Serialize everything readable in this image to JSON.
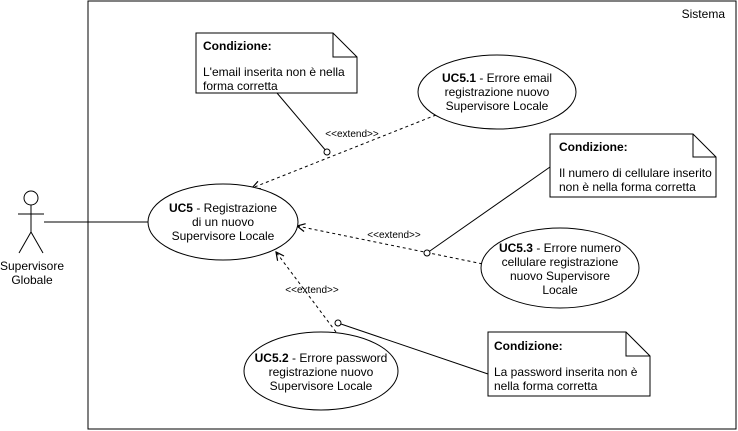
{
  "system": {
    "label": "Sistema"
  },
  "actor": {
    "name_line1": "Supervisore",
    "name_line2": "Globale"
  },
  "uc5": {
    "id": "UC5",
    "line1": " - Registrazione",
    "line2": "di un nuovo",
    "line3": "Supervisore Locale"
  },
  "uc5_1": {
    "id": "UC5.1",
    "line1": " - Errore email",
    "line2": "registrazione nuovo",
    "line3": "Supervisore Locale"
  },
  "uc5_2": {
    "id": "UC5.2",
    "line1": " - Errore password",
    "line2": "registrazione nuovo",
    "line3": "Supervisore Locale"
  },
  "uc5_3": {
    "id": "UC5.3",
    "line1": " - Errore numero",
    "line2": "cellulare registrazione",
    "line3": "nuovo Supervisore",
    "line4": "Locale"
  },
  "extend_label": "<<extend>>",
  "note_email": {
    "title": "Condizione:",
    "line1": "L'email inserita non è nella",
    "line2": "forma corretta"
  },
  "note_phone": {
    "title": "Condizione:",
    "line1": "Il numero di cellulare inserito",
    "line2": "non è nella forma corretta"
  },
  "note_password": {
    "title": "Condizione:",
    "line1": "La password inserita non è",
    "line2": "nella forma corretta"
  }
}
